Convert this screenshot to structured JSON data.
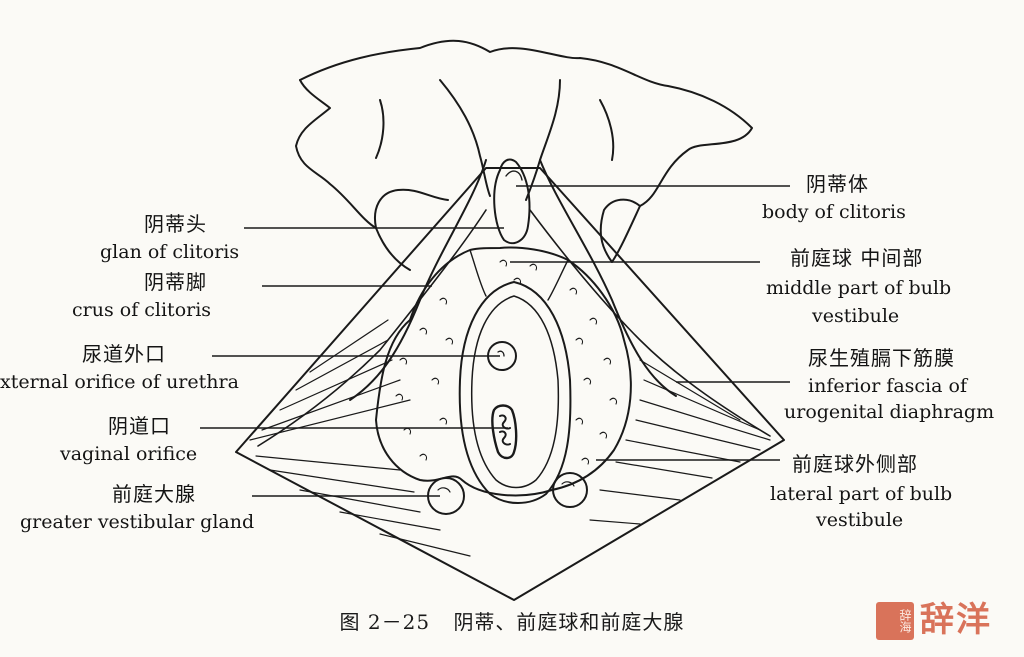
{
  "labels": {
    "body_clitoris_cn": "阴蒂体",
    "body_clitoris_en": "body of clitoris",
    "glans_cn": "阴蒂头",
    "glans_en": "glan of clitoris",
    "crus_cn": "阴蒂脚",
    "crus_en": "crus of clitoris",
    "middle_bulb_cn": "前庭球 中间部",
    "middle_bulb_en1": "middle part of bulb",
    "middle_bulb_en2": "vestibule",
    "urethra_cn": "尿道外口",
    "urethra_en": "xternal orifice of urethra",
    "fascia_cn": "尿生殖膈下筋膜",
    "fascia_en1": "inferior fascia of",
    "fascia_en2": "urogenital diaphragm",
    "vaginal_cn": "阴道口",
    "vaginal_en": "vaginal orifice",
    "lateral_bulb_cn": "前庭球外侧部",
    "lateral_bulb_en1": "lateral part of bulb",
    "lateral_bulb_en2": "vestibule",
    "gland_cn": "前庭大腺",
    "gland_en": "greater vestibular gland"
  },
  "caption": {
    "number": "图 2－25",
    "title": "阴蒂、前庭球和前庭大腺"
  },
  "watermark": {
    "seal": "辞海",
    "text": "辞洋"
  },
  "colors": {
    "ink": "#1a1a1a",
    "paper": "#fbfaf6",
    "watermark": "#d9735a"
  }
}
